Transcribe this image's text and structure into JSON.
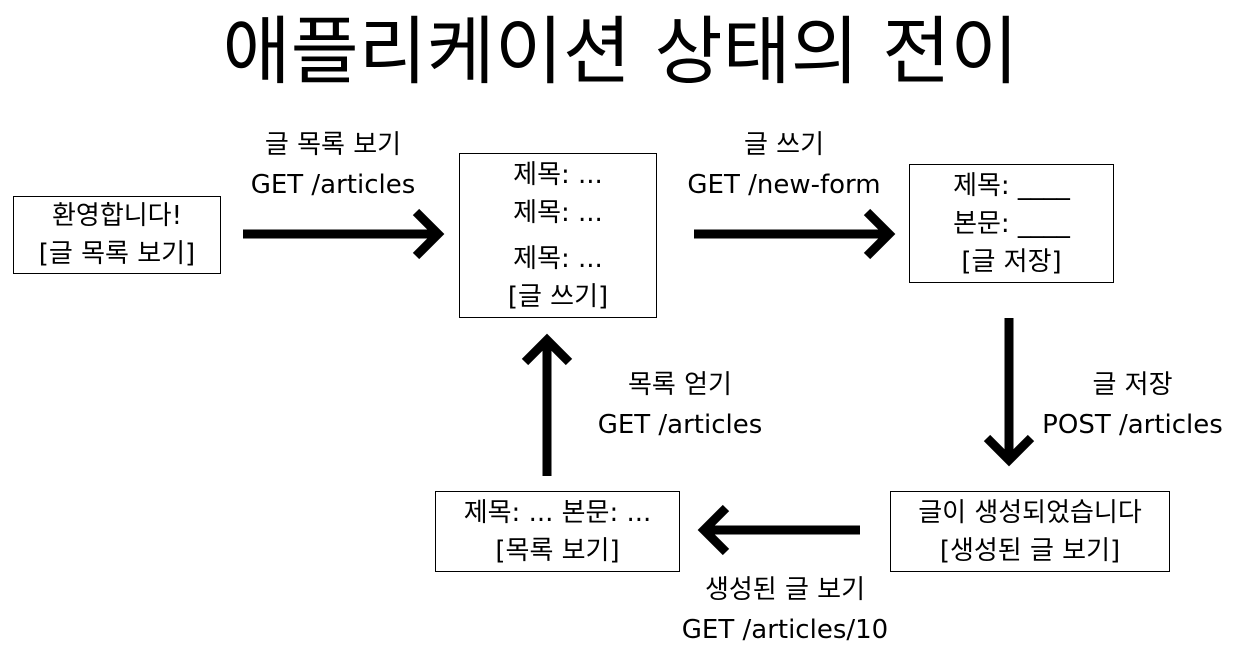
{
  "title": "애플리케이션 상태의 전이",
  "states": {
    "welcome": {
      "line1": "환영합니다!",
      "line2": "[글 목록 보기]"
    },
    "list": {
      "line1": "제목: ...",
      "line2": "제목: ...",
      "line3": "제목: ...",
      "line4": "[글 쓰기]"
    },
    "form": {
      "line1": "제목: ____",
      "line2": "본문: ____",
      "line3": "[글 저장]"
    },
    "created": {
      "line1": "글이 생성되었습니다",
      "line2": "[생성된 글 보기]"
    },
    "detail": {
      "line1": "제목: ... 본문: ...",
      "line2": "[목록 보기]"
    }
  },
  "transitions": {
    "list_articles": {
      "action": "글 목록 보기",
      "request": "GET /articles"
    },
    "write": {
      "action": "글 쓰기",
      "request": "GET /new-form"
    },
    "save": {
      "action": "글 저장",
      "request": "POST /articles"
    },
    "view_created": {
      "action": "생성된 글 보기",
      "request": "GET /articles/10"
    },
    "get_list": {
      "action": "목록 얻기",
      "request": "GET /articles"
    }
  }
}
